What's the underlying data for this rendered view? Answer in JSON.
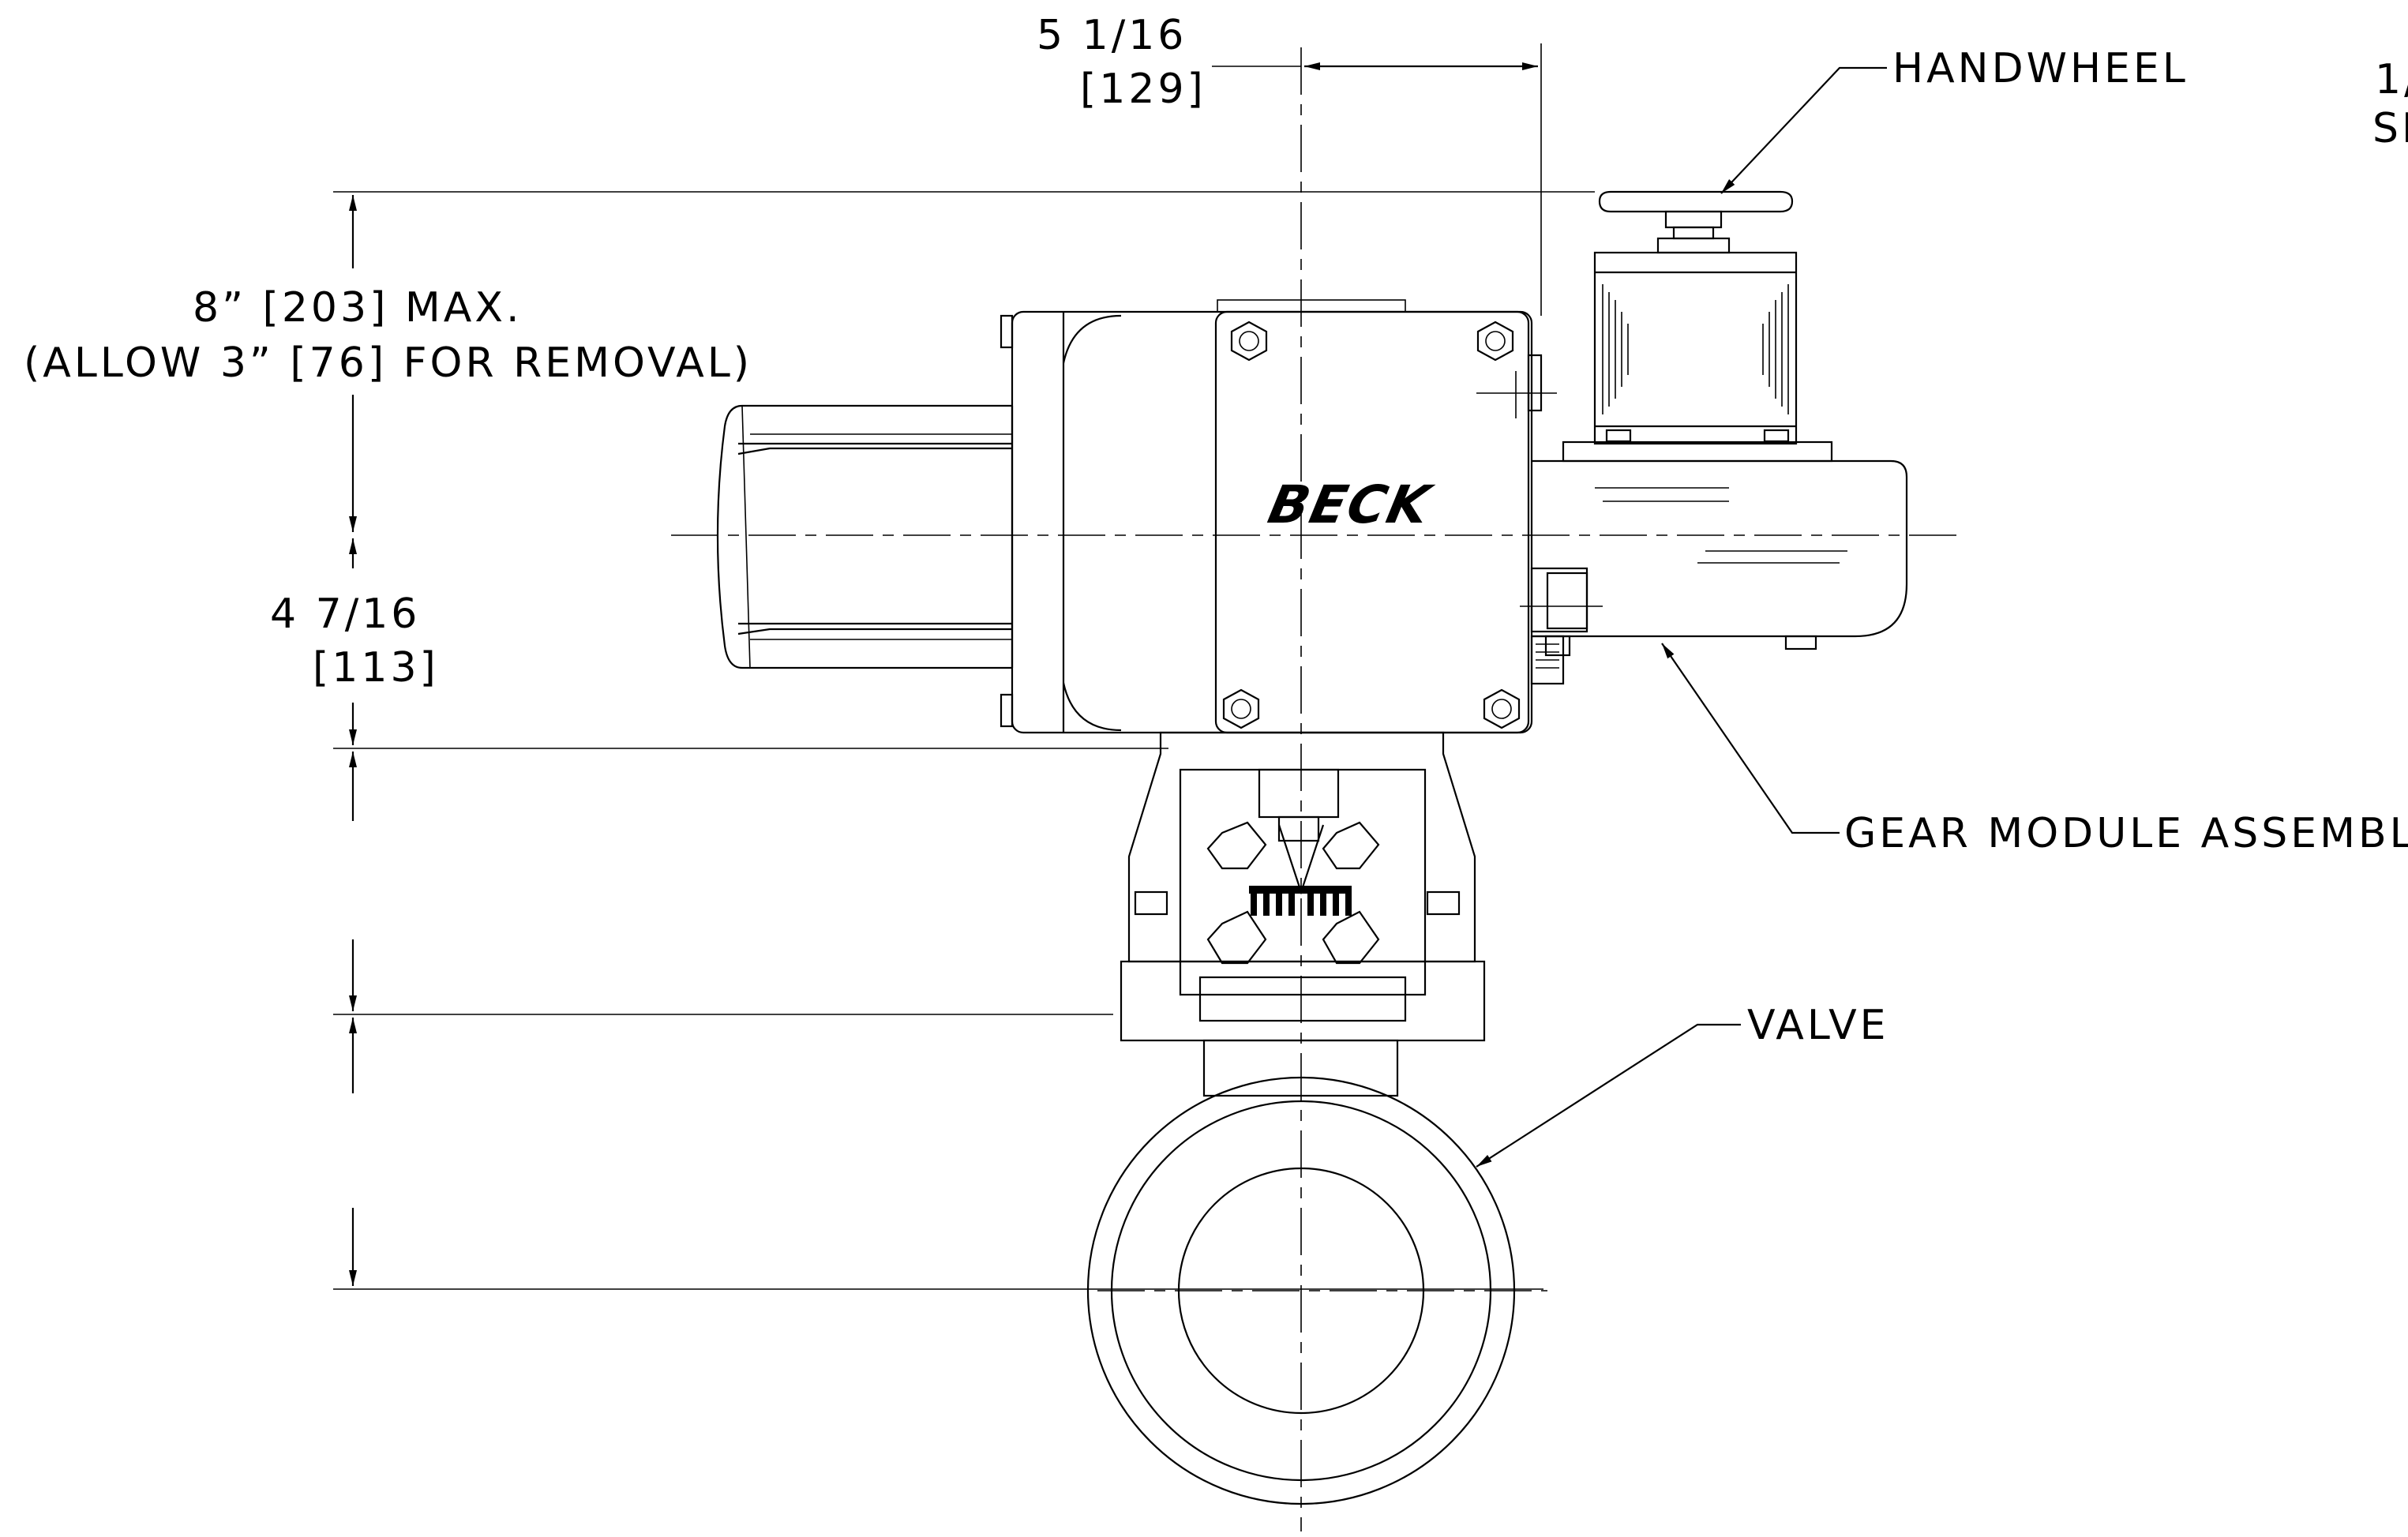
{
  "dimensions": {
    "width_top": {
      "value": "5 1/16",
      "metric": "[129]"
    },
    "height_upper": {
      "value": "8” [203] MAX.",
      "note": "(ALLOW 3” [76] FOR REMOVAL)"
    },
    "height_lower": {
      "value": "4 7/16",
      "metric": "[113]"
    }
  },
  "callouts": {
    "handwheel": "HANDWHEEL",
    "gear_module": "GEAR MODULE ASSEMBLY",
    "valve": "VALVE",
    "cutoff_line_1": "1/",
    "cutoff_line_2": "SI"
  },
  "logo": "BECK",
  "colors": {
    "line": "#000000",
    "background": "#ffffff"
  }
}
